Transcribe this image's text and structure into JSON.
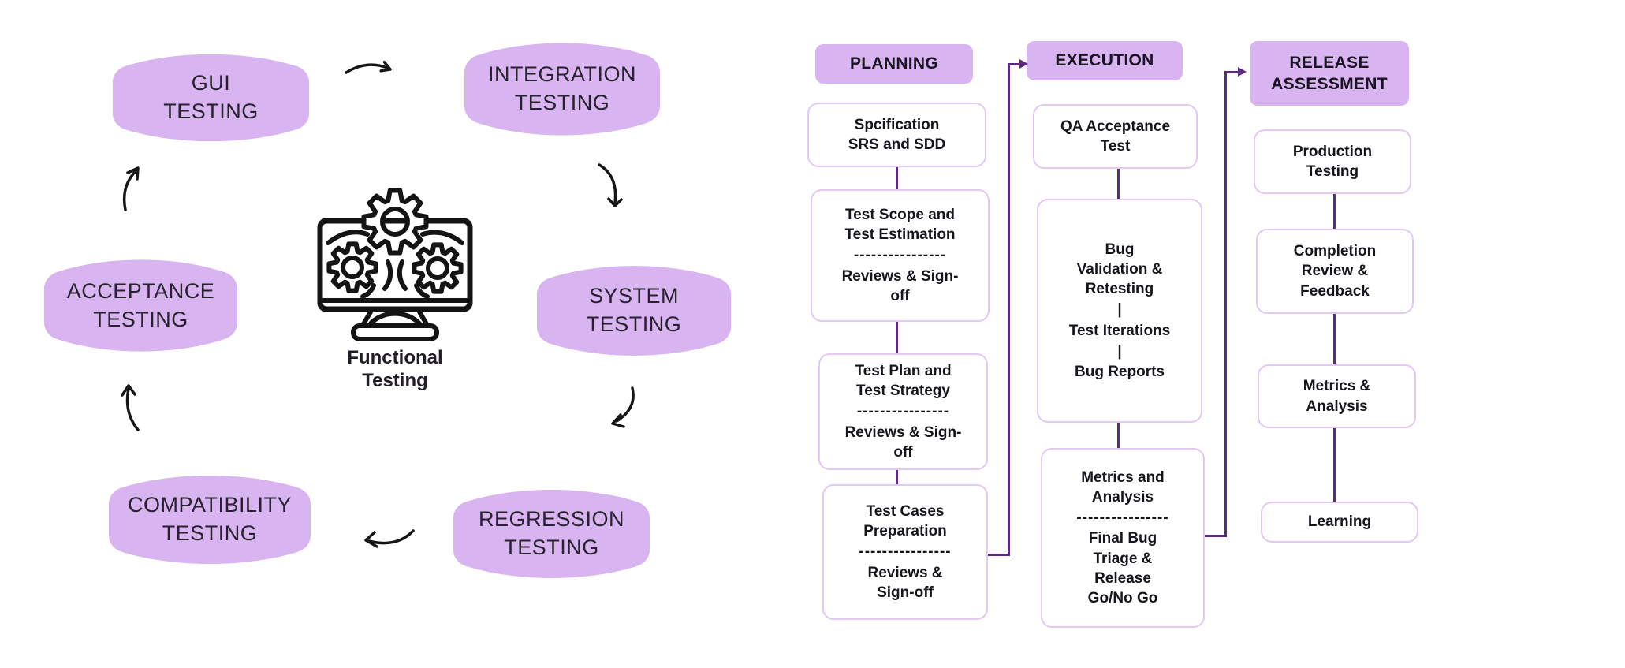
{
  "cycle": {
    "center_label": "Functional\nTesting",
    "nodes": [
      {
        "id": "gui",
        "label": "GUI\nTESTING"
      },
      {
        "id": "integration",
        "label": "INTEGRATION\nTESTING"
      },
      {
        "id": "system",
        "label": "SYSTEM\nTESTING"
      },
      {
        "id": "regression",
        "label": "REGRESSION\nTESTING"
      },
      {
        "id": "compatibility",
        "label": "COMPATIBILITY\nTESTING"
      },
      {
        "id": "acceptance",
        "label": "ACCEPTANCE\nTESTING"
      }
    ],
    "arrows": [
      "gui-to-integration",
      "integration-to-system",
      "system-to-regression",
      "regression-to-compatibility",
      "compatibility-to-acceptance",
      "acceptance-to-gui"
    ]
  },
  "flow": {
    "columns": [
      {
        "id": "planning",
        "header": "PLANNING",
        "boxes": [
          {
            "top": "Spcification\nSRS and SDD"
          },
          {
            "top": "Test Scope and\nTest Estimation",
            "divider": "----------------",
            "bottom": "Reviews & Sign-\noff"
          },
          {
            "top": "Test Plan and\nTest Strategy",
            "divider": "----------------",
            "bottom": "Reviews & Sign-\noff"
          },
          {
            "top": "Test Cases\nPreparation",
            "divider": "----------------",
            "bottom": "Reviews &\nSign-off"
          }
        ]
      },
      {
        "id": "execution",
        "header": "EXECUTION",
        "boxes": [
          {
            "top": "QA Acceptance\nTest"
          },
          {
            "top": "Bug\nValidation &\nRetesting",
            "sep1": "|",
            "middle": "Test Iterations",
            "sep2": "|",
            "bottom": "Bug Reports"
          },
          {
            "top": "Metrics and\nAnalysis",
            "divider": "----------------",
            "bottom": "Final Bug\nTriage &\nRelease\nGo/No Go"
          }
        ]
      },
      {
        "id": "release-assessment",
        "header": "RELEASE\nASSESSMENT",
        "boxes": [
          {
            "top": "Production\nTesting"
          },
          {
            "top": "Completion\nReview &\nFeedback"
          },
          {
            "top": "Metrics &\nAnalysis"
          },
          {
            "top": "Learning"
          }
        ]
      }
    ]
  },
  "colors": {
    "node_fill": "#d8b4f0",
    "header_fill": "#d8b4f0",
    "box_fill": "#ffffff",
    "box_border": "#e2c9f3",
    "connector": "#5b2b80",
    "arrow_black": "#161616",
    "text_dark": "#1d1826"
  }
}
